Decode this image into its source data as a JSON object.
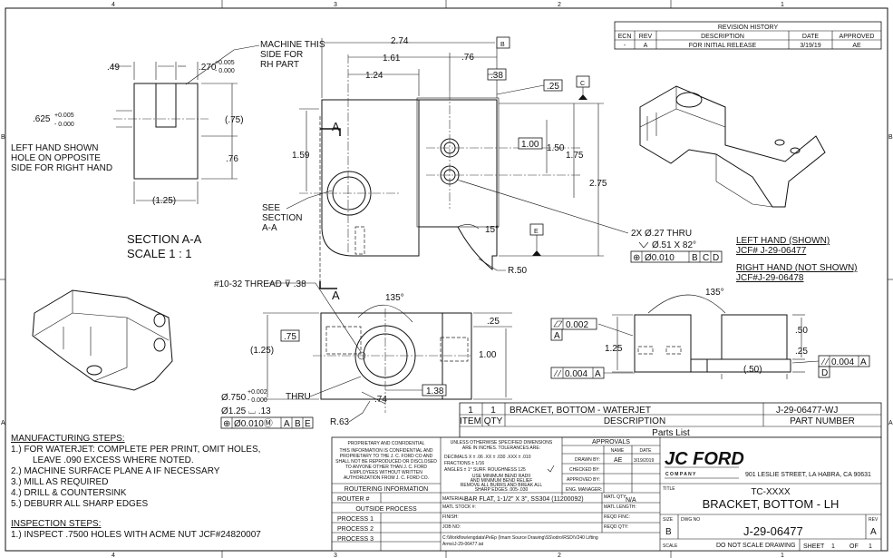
{
  "zones": {
    "top": [
      "4",
      "3",
      "2",
      "1"
    ],
    "bottom": [
      "4",
      "3",
      "2",
      "1"
    ],
    "left": [
      "B",
      "A"
    ],
    "right": [
      "B",
      "A"
    ]
  },
  "revision": {
    "title": "REVISION HISTORY",
    "headers": [
      "ECN",
      "REV",
      "DESCRIPTION",
      "DATE",
      "APPROVED"
    ],
    "row": [
      "-",
      "A",
      "FOR INITIAL RELEASE",
      "3/19/19",
      "AE"
    ]
  },
  "section": {
    "title": "SECTION A-A",
    "scale": "SCALE 1 : 1",
    "dim_049": ".49",
    "dim_270": ".270",
    "tol_270_plus": "+0.005",
    "tol_270_minus": "- 0.000",
    "dim_625": ".625",
    "tol_625_plus": "+0.005",
    "tol_625_minus": "- 0.000",
    "dim_075": "(.75)",
    "dim_076": ".76",
    "dim_125": "(1.25)",
    "note_machine": [
      "MACHINE THIS",
      "SIDE FOR",
      "RH PART"
    ],
    "note_lh": [
      "LEFT HAND SHOWN",
      "HOLE ON OPPOSITE",
      "SIDE FOR RIGHT HAND"
    ]
  },
  "top_view": {
    "dim_274": "2.74",
    "dim_161": "1.61",
    "dim_076": ".76",
    "dim_124": "1.24",
    "dim_038": ".38",
    "dim_025": ".25",
    "dim_159": "1.59",
    "dim_100": "1.00",
    "dim_150": "1.50",
    "dim_175": "1.75",
    "dim_275": "2.75",
    "angle_15": "15°",
    "radius_50": "R.50",
    "datum_b": "B",
    "datum_c": "C",
    "datum_e": "E",
    "section_a": "A",
    "see_section": [
      "SEE",
      "SECTION",
      "A-A"
    ],
    "holes_callout": "2X Ø.27 THRU",
    "csk_callout": "Ø.51 X 82°",
    "fcf_holes": [
      "⊕",
      "Ø0.010",
      "B",
      "C",
      "D"
    ]
  },
  "front_view": {
    "thread": "#10-32 THREAD ⊽ .38",
    "section_a": "A",
    "angle_135": "135°",
    "dim_025": ".25",
    "dim_075": ".75",
    "dim_125": "(1.25)",
    "dim_100": "1.00",
    "dim_138": "1.38",
    "dim_074": ".74",
    "radius_63": "R.63",
    "bore": "Ø.750",
    "bore_plus": "+0.002",
    "bore_minus": "- 0.000",
    "bore_thru": "THRU",
    "cbore": "Ø1.25 ⌴ .13",
    "fcf_bore": [
      "⊕",
      "Ø0.010Ⓜ",
      "A",
      "B",
      "E"
    ]
  },
  "side_view": {
    "angle_135": "135°",
    "flat": "0.002",
    "datum_a": "A",
    "par_left": "0.004",
    "par_left_datum": "A",
    "dim_125": "1.25",
    "dim_050": ".50",
    "dim_025": ".25",
    "dim_050p": "(.50)",
    "par_right": "0.004",
    "par_right_datum": "A",
    "datum_d": "D"
  },
  "part_notes": {
    "lh_title": "LEFT HAND (SHOWN)",
    "lh_jcf": "JCF# J-29-06477",
    "rh_title": "RIGHT HAND (NOT SHOWN)",
    "rh_jcf": "JCF#J-29-06478"
  },
  "manufacturing": {
    "title": "MANUFACTURING STEPS:",
    "steps": [
      "1.) FOR WATERJET: COMPLETE PER PRINT, OMIT HOLES,",
      "LEAVE .090 EXCESS WHERE NOTED.",
      "2.) MACHINE SURFACE PLANE A IF NECESSARY",
      "3.) MILL AS REQUIRED",
      "4.) DRILL & COUNTERSINK",
      "5.) DEBURR ALL SHARP EDGES"
    ]
  },
  "inspection": {
    "title": "INSPECTION STEPS:",
    "steps": [
      "1.) INSPECT .7500 HOLES WITH ACME NUT JCF#24820007"
    ]
  },
  "parts_list": {
    "row": [
      "1",
      "1",
      "BRACKET, BOTTOM - WATERJET",
      "J-29-06477-WJ"
    ],
    "headers": [
      "ITEM",
      "QTY",
      "DESCRIPTION",
      "PART NUMBER"
    ],
    "caption": "Parts List"
  },
  "title_block": {
    "prop_title": "PROPRIETARY AND CONFIDENTIAL",
    "prop_text": [
      "THIS INFORMATION IS CONFIDENTIAL AND",
      "PROPRIETARY TO THE J. C. FORD CO AND",
      "SHALL NOT BE REPRODUCED OR DISCLOSED",
      "TO ANYONE OTHER THAN J. C. FORD",
      "EMPLOYEES WITHOUT WRITTEN",
      "AUTHORIZATION FROM J. C. FORD CO."
    ],
    "routing_title": "ROUTERING INFORMATION",
    "router": "ROUTER #",
    "outside_process": "OUTSIDE PROCESS",
    "process_1": "PROCESS 1",
    "process_2": "PROCESS 2",
    "process_3": "PROCESS 3",
    "tol_text": [
      "UNLESS OTHERWISE SPECIFIED DIMENSIONS",
      "ARE IN INCHES. TOLERANCES ARE:",
      "DECIMALS  X ± .06   .XX ± .030   .XXX ± .010",
      "FRACTIONS  ±  1/16",
      "ANGLES   ±  1°   SURF. ROUGHNESS   125",
      "USE MINIMUM BEND RADII",
      "AND MINIMUM BEND RELIEF",
      "REMOVE ALL BURRS AND BREAK ALL",
      "SHARP EDGES .005-.030"
    ],
    "material_label": "MATERIAL:",
    "material": "BAR FLAT, 1-1/2\" X 3\", SS304 (11200092)",
    "matl_stock": "MATL STOCK #:",
    "finish": "FINISH:",
    "job_no": "JOB NO:",
    "path": [
      "C:\\Workflow\\engdata\\PeEp (Imam Source Drawing\\SS\\odro\\RSD\\V240 Lifting",
      "Arms\\J-29-06477.iat"
    ],
    "matl_qty": "MATL QTY:",
    "matl_qty_val": "N/A",
    "matl_length": "MATL LENGTH:",
    "reqd_finc": "REQD FINC:",
    "reqd_qty": "REQD QTY:",
    "approvals": "APPROVALS",
    "name_h": "NAME",
    "date_h": "DATE",
    "drawn_by": "DRAWN BY:",
    "drawn_name": "AE",
    "drawn_date": "3/19/2019",
    "checked_by": "CHECKED BY:",
    "approved_by": "APPROVED BY:",
    "eng_manager": "ENG. MANAGER:",
    "logo": "JC FORD",
    "logo_sub": "C O M P A N Y",
    "address": "901 LESLIE STREET, LA HABRA, CA 90631",
    "title_label": "TITLE",
    "title_code": "TC-XXXX",
    "title": "BRACKET, BOTTOM - LH",
    "size_label": "SIZE",
    "size": "B",
    "dwg_label": "DWG NO",
    "dwg_no": "J-29-06477",
    "rev_label": "REV",
    "rev": "A",
    "scale_label": "SCALE",
    "no_scale": "DO NOT SCALE DRAWING",
    "sheet": "SHEET",
    "sheet_no": "1",
    "of": "OF",
    "sheet_total": "1"
  }
}
